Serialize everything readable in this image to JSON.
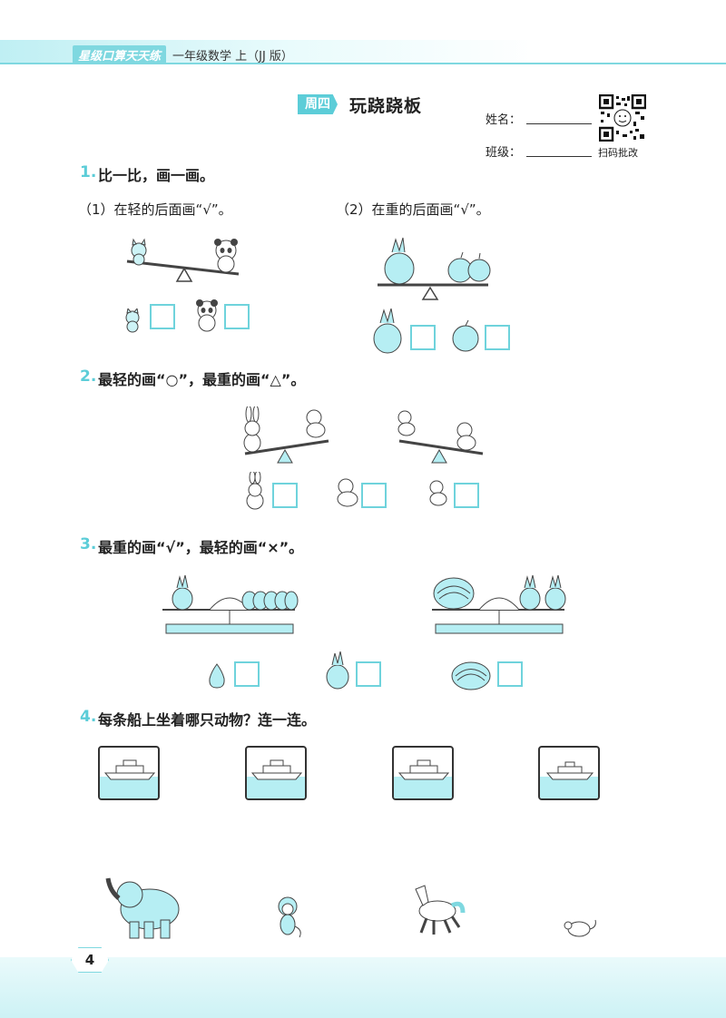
{
  "header": {
    "brand": "星级口算天天练",
    "book": "一年级数学 上（JJ 版）"
  },
  "title": {
    "day_tag": "周四",
    "text": "玩跷跷板"
  },
  "student": {
    "name_label": "姓名：",
    "class_label": "班级：",
    "qr_caption": "扫码批改"
  },
  "q1": {
    "num": "1.",
    "text": "比一比，画一画。",
    "part1": "（1）在轻的后面画“√”。",
    "part2": "（2）在重的后面画“√”。"
  },
  "q2": {
    "num": "2.",
    "text": "最轻的画“○”，最重的画“△”。"
  },
  "q3": {
    "num": "3.",
    "text": "最重的画“√”，最轻的画“×”。"
  },
  "q4": {
    "num": "4.",
    "text": "每条船上坐着哪只动物？连一连。"
  },
  "page_number": "4",
  "colors": {
    "accent": "#5ccdd8",
    "box": "#6fd3dc",
    "water": "#b6eef3"
  }
}
